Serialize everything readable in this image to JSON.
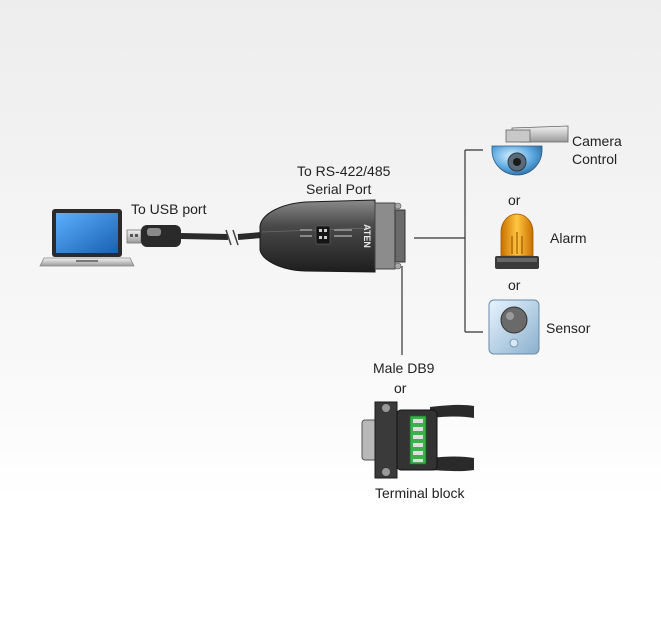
{
  "labels": {
    "usb_port": "To USB port",
    "serial_port_line1": "To RS-422/485",
    "serial_port_line2": "Serial Port",
    "camera_line1": "Camera",
    "camera_line2": "Control",
    "or_1": "or",
    "alarm": "Alarm",
    "or_2": "or",
    "sensor": "Sensor",
    "male_db9": "Male DB9",
    "or_3": "or",
    "terminal_block": "Terminal block"
  },
  "adapter_brand": "ATEN",
  "icons": [
    "laptop-icon",
    "usb-plug-icon",
    "usb-serial-adapter-icon",
    "camera-dome-icon",
    "alarm-beacon-icon",
    "sensor-icon",
    "terminal-block-icon"
  ],
  "colors": {
    "line": "#333333",
    "laptop_screen": "#2a7fd0",
    "alarm_amber": "#f0a020",
    "camera_blue": "#5aa8e0",
    "terminal_green": "#3cb04a",
    "adapter_body": "#3a3a3a"
  }
}
